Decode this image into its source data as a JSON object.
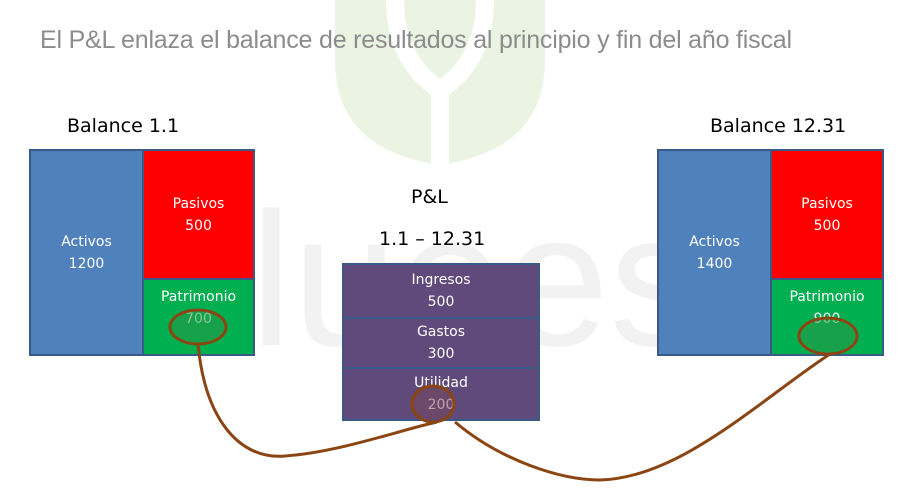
{
  "slide": {
    "title": "El P&L enlaza el balance de resultados al principio y fin del año fiscal",
    "watermark_text": "lueest"
  },
  "balance_start": {
    "heading": "Balance 1.1",
    "activos": {
      "label": "Activos",
      "value": "1200"
    },
    "pasivos": {
      "label": "Pasivos",
      "value": "500"
    },
    "patrimonio": {
      "label": "Patrimonio",
      "value": "700"
    }
  },
  "pl": {
    "heading": "P&L",
    "period": "1.1 – 12.31",
    "ingresos": {
      "label": "Ingresos",
      "value": "500"
    },
    "gastos": {
      "label": "Gastos",
      "value": "300"
    },
    "utilidad": {
      "label": "Utilidad",
      "value": "200"
    }
  },
  "balance_end": {
    "heading": "Balance 12.31",
    "activos": {
      "label": "Activos",
      "value": "1400"
    },
    "pasivos": {
      "label": "Pasivos",
      "value": "500"
    },
    "patrimonio": {
      "label": "Patrimonio",
      "value": "900"
    }
  },
  "colors": {
    "activos": "#4f81bd",
    "pasivos": "#ff0000",
    "patrimonio": "#00b050",
    "pl": "#604a7b",
    "connector": "#8b4513",
    "border": "#3a5a86"
  }
}
